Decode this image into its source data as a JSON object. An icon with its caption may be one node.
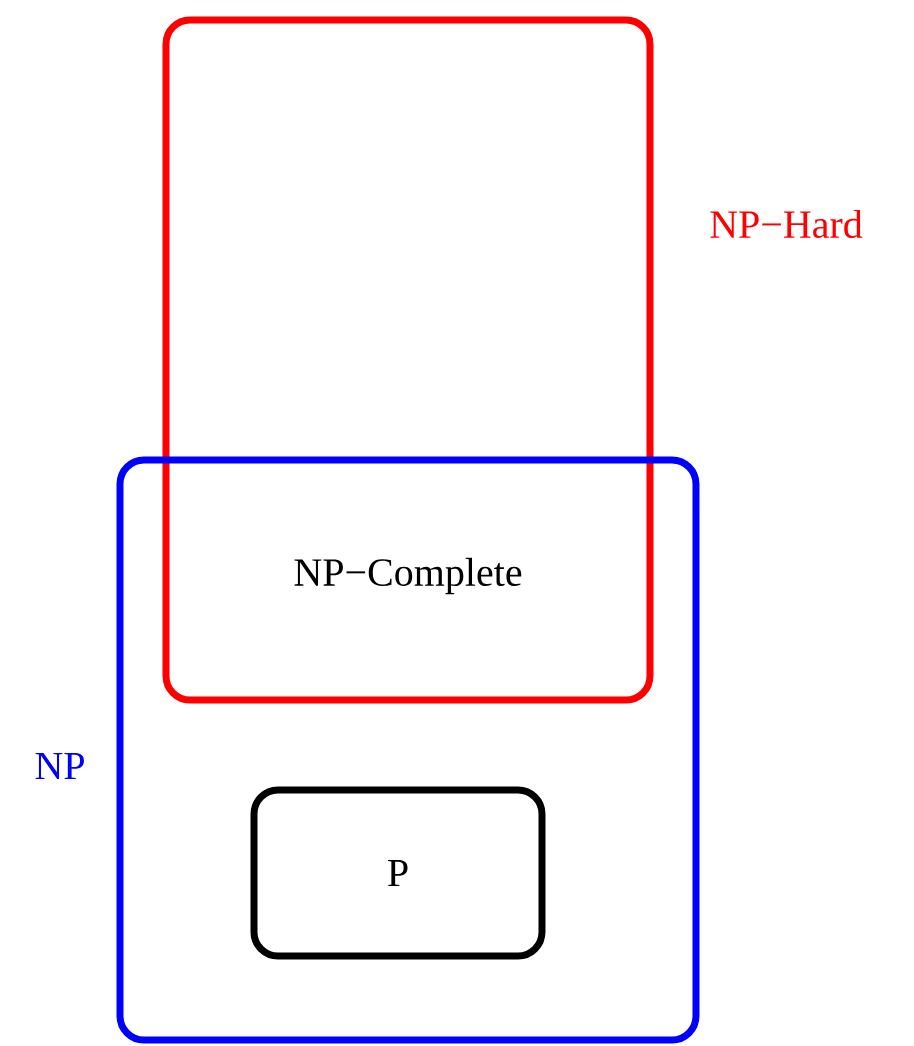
{
  "diagram": {
    "nodes": [
      {
        "text": [
          "NP−Hard"
        ]
      },
      {
        "text": [
          "NP"
        ]
      },
      {
        "text": [
          "P"
        ],
        "in": 1
      }
    ],
    "labels": [
      "NP−Complete"
    ]
  }
}
